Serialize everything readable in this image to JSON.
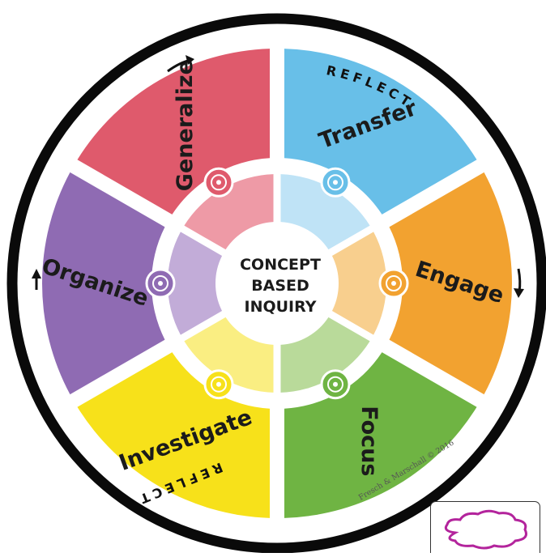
{
  "center": {
    "lines": [
      "CONCEPT",
      "BASED",
      "INQUIRY"
    ]
  },
  "segments": [
    {
      "id": "transfer",
      "label": "Transfer",
      "color": "#68bfe8",
      "inner_color": "#bfe3f6",
      "icon": "globe-hands-icon"
    },
    {
      "id": "engage",
      "label": "Engage",
      "color": "#f2a230",
      "inner_color": "#f8cf8e",
      "icon": "hand-icon"
    },
    {
      "id": "focus",
      "label": "Focus",
      "color": "#6fb443",
      "inner_color": "#b9da9a",
      "icon": "target-icon"
    },
    {
      "id": "investigate",
      "label": "Investigate",
      "color": "#f7e11a",
      "inner_color": "#faee82",
      "icon": "microscope-icon"
    },
    {
      "id": "organize",
      "label": "Organize",
      "color": "#8f6bb3",
      "inner_color": "#c2acd8",
      "icon": "bar-chart-icon"
    },
    {
      "id": "generalize",
      "label": "Generalize",
      "color": "#df5a6c",
      "inner_color": "#ee9aa6",
      "icon": "network-sphere-icon"
    }
  ],
  "reflect": {
    "top": "REFLECT",
    "bottom": "REFLECT"
  },
  "credit": "Fresch & Marschall © 2016"
}
